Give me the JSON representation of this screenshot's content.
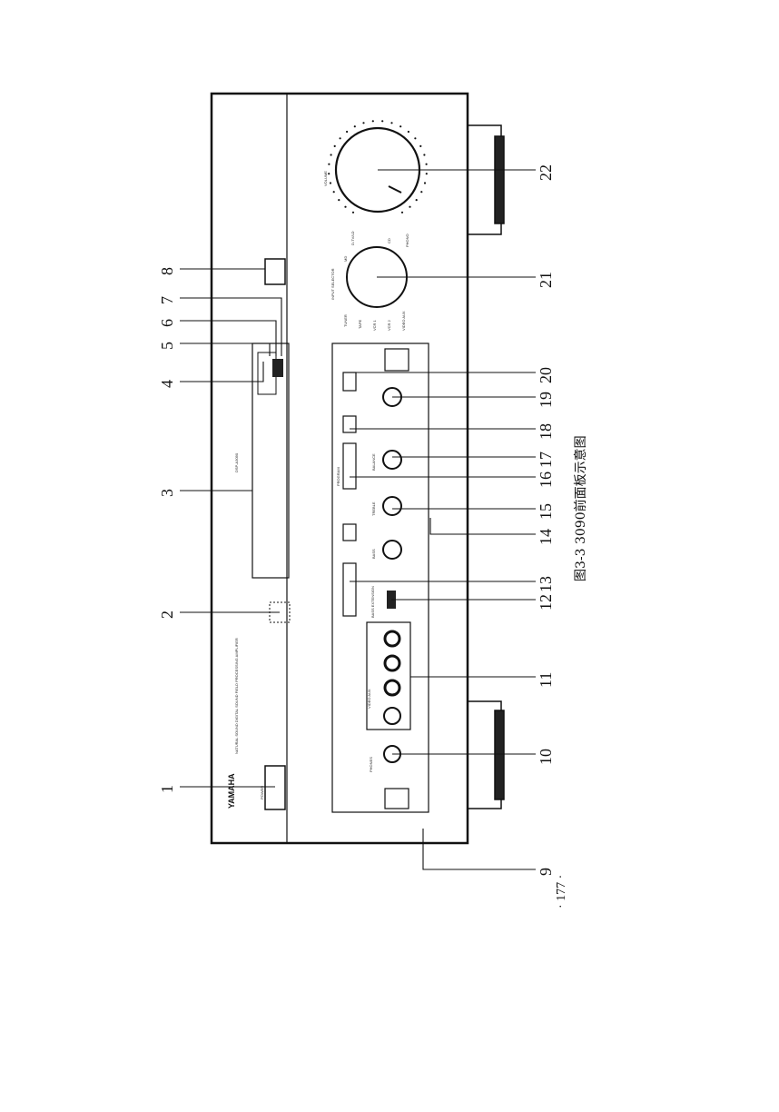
{
  "figure": {
    "caption": "图3-3  3090前面板示意图",
    "page_number": "· 177 ·"
  },
  "panel": {
    "brand": "YAMAHA",
    "model_line": "NATURAL SOUND DIGITAL SOUND FIELD PROCESSING AMPLIFIER",
    "model": "DSP-A3090",
    "power_label": "POWER",
    "phones_label": "PHONES",
    "video_aux_label": "VIDEO AUX",
    "bass_ext_label": "BASS EXTENSION",
    "bass_label": "BASS",
    "treble_label": "TREBLE",
    "balance_label": "BALANCE",
    "program_label": "PROGRAM",
    "input_selector_label": "INPUT SELECTOR",
    "volume_label": "VOLUME",
    "input_names": [
      "TUNER",
      "MD",
      "TAPE",
      "VCR 1",
      "VCR 2",
      "VIDEO AUX",
      "PHONO",
      "CD",
      "D-TV/LD"
    ]
  },
  "callouts": [
    {
      "id": "c1",
      "text": "1"
    },
    {
      "id": "c2",
      "text": "2"
    },
    {
      "id": "c3",
      "text": "3"
    },
    {
      "id": "c4",
      "text": "4"
    },
    {
      "id": "c5",
      "text": "5"
    },
    {
      "id": "c6",
      "text": "6"
    },
    {
      "id": "c7",
      "text": "7"
    },
    {
      "id": "c8",
      "text": "8"
    },
    {
      "id": "c9",
      "text": "9"
    },
    {
      "id": "c10",
      "text": "10"
    },
    {
      "id": "c11",
      "text": "11"
    },
    {
      "id": "c12",
      "text": "12"
    },
    {
      "id": "c13",
      "text": "13"
    },
    {
      "id": "c14",
      "text": "14"
    },
    {
      "id": "c15",
      "text": "15"
    },
    {
      "id": "c16",
      "text": "16"
    },
    {
      "id": "c17",
      "text": "17"
    },
    {
      "id": "c18",
      "text": "18"
    },
    {
      "id": "c19",
      "text": "19"
    },
    {
      "id": "c20",
      "text": "20"
    },
    {
      "id": "c21",
      "text": "21"
    },
    {
      "id": "c22",
      "text": "22"
    }
  ]
}
